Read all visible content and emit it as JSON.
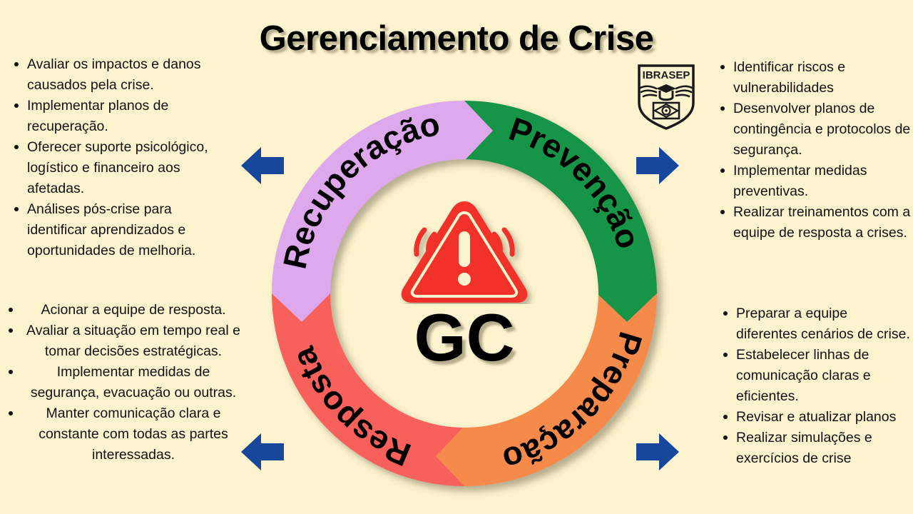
{
  "page": {
    "title": "Gerenciamento de Crise",
    "background_color": "#FDF3CE"
  },
  "logo": {
    "name": "IBRASEP",
    "text": "IBRASEP"
  },
  "center": {
    "acronym": "GC",
    "icon": "warning-triangle-icon"
  },
  "cycle": {
    "segments": [
      {
        "id": "prevencao",
        "label": "Prevenção",
        "color": "#129447",
        "position": "top-right"
      },
      {
        "id": "preparacao",
        "label": "Preparação",
        "color": "#F58A4B",
        "position": "bottom-right"
      },
      {
        "id": "resposta",
        "label": "Resposta",
        "color": "#F8605C",
        "position": "bottom-left"
      },
      {
        "id": "recuperacao",
        "label": "Recuperação",
        "color": "#DDA8EC",
        "position": "top-left"
      }
    ]
  },
  "arrows": {
    "color": "#17479B",
    "items": [
      {
        "id": "arrow-top-left",
        "direction": "left"
      },
      {
        "id": "arrow-top-right",
        "direction": "right"
      },
      {
        "id": "arrow-bottom-left",
        "direction": "left"
      },
      {
        "id": "arrow-bottom-right",
        "direction": "right"
      }
    ]
  },
  "lists": {
    "recuperacao": {
      "items": [
        "Avaliar os impactos e danos causados pela crise.",
        "Implementar planos de recuperação.",
        "Oferecer suporte psicológico, logístico e financeiro aos afetadas.",
        "Análises pós-crise para identificar aprendizados e oportunidades de melhoria."
      ]
    },
    "resposta": {
      "items": [
        "Acionar a equipe de resposta.",
        "Avaliar a situação em tempo real e tomar decisões estratégicas.",
        "Implementar medidas de segurança, evacuação ou outras.",
        "Manter comunicação clara e constante com todas as partes interessadas."
      ]
    },
    "prevencao": {
      "items": [
        "Identificar riscos e vulnerabilidades",
        "Desenvolver planos de contingência e protocolos de segurança.",
        "Implementar medidas preventivas.",
        "Realizar treinamentos com a equipe de resposta a crises."
      ]
    },
    "preparacao": {
      "items": [
        "Preparar a equipe diferentes cenários de crise.",
        "Estabelecer linhas de comunicação claras e eficientes.",
        "Revisar e atualizar planos",
        "Realizar simulações e exercícios de crise"
      ]
    }
  }
}
